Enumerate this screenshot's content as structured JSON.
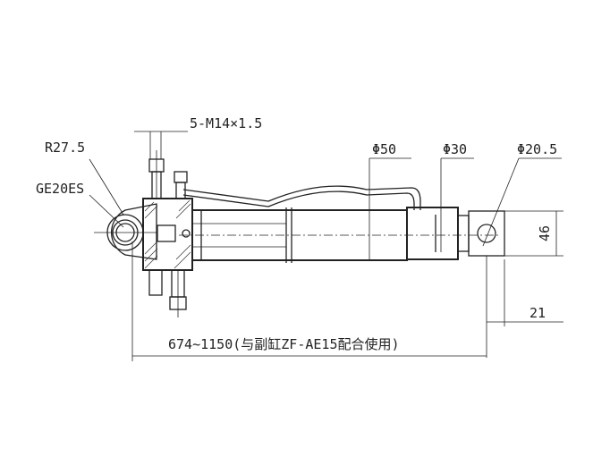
{
  "labels": {
    "thread": "5-M14×1.5",
    "radius": "R27.5",
    "bearing": "GE20ES",
    "dia_barrel": "Φ50",
    "dia_rod": "Φ30",
    "dia_eye": "Φ20.5",
    "eye_width": "46",
    "eye_offset": "21",
    "stroke_length": "674~1150(与副缸ZF-AE15配合使用)"
  }
}
